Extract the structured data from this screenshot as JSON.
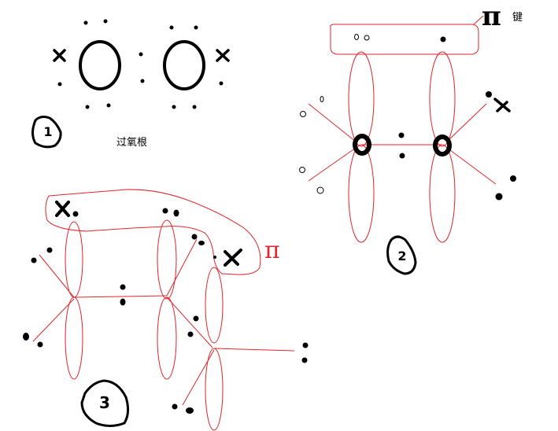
{
  "colors": {
    "ink": "#000000",
    "orbital": "#e0262b",
    "background": "#ffffff"
  },
  "diagram_1": {
    "number_label": "1",
    "caption": "过氧根",
    "atoms": [
      "O",
      "O"
    ]
  },
  "diagram_2": {
    "number_label": "2",
    "pi_symbol": "π",
    "pi_caption": "键",
    "atoms": [
      "O",
      "O"
    ]
  },
  "diagram_3": {
    "number_label": "3",
    "pi_symbol": "π"
  }
}
